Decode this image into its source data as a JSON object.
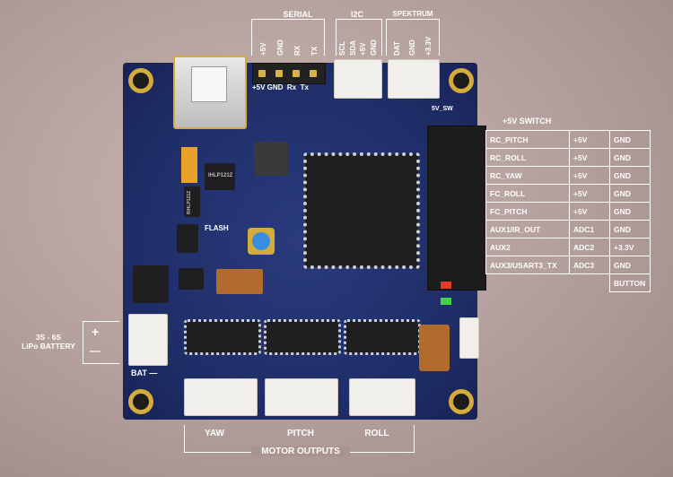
{
  "headers": {
    "serial": {
      "title": "SERIAL",
      "pins": [
        "+5V",
        "GND",
        "RX",
        "TX"
      ],
      "board_label": "+5V GND  Rx  Tx"
    },
    "i2c": {
      "title": "I2C",
      "pins": [
        "SCL",
        "SDA",
        "+5V",
        "GND"
      ]
    },
    "spektrum": {
      "title": "SPEKTRUM",
      "pins": [
        "DAT",
        "GND",
        "+3.3V"
      ]
    }
  },
  "switch": {
    "title": "+5V SWITCH",
    "board_label": "5V_SW"
  },
  "pin_table": {
    "rows": [
      [
        "RC_PITCH",
        "+5V",
        "GND"
      ],
      [
        "RC_ROLL",
        "+5V",
        "GND"
      ],
      [
        "RC_YAW",
        "+5V",
        "GND"
      ],
      [
        "FC_ROLL",
        "+5V",
        "GND"
      ],
      [
        "FC_PITCH",
        "+5V",
        "GND"
      ],
      [
        "AUX1/IR_OUT",
        "ADC1",
        "GND"
      ],
      [
        "AUX2",
        "ADC2",
        "+3.3V"
      ],
      [
        "AUX3/USART3_TX",
        "ADC3",
        "GND"
      ],
      [
        "",
        "",
        "BUTTON"
      ]
    ]
  },
  "battery": {
    "line1": "3S - 6S",
    "line2": "LiPo BATTERY",
    "plus": "+",
    "minus": "—",
    "board_label": "BAT —"
  },
  "motors": {
    "yaw": "YAW",
    "pitch": "PITCH",
    "roll": "ROLL",
    "title": "MOTOR OUTPUTS"
  },
  "board_text": {
    "flash": "FLASH",
    "chip1": "IHLP121Z",
    "chip2": "RIHLP121Z"
  },
  "colors": {
    "pcb": "#1e2d66",
    "gold": "#d5ac3b",
    "background": "#b29e9a"
  }
}
